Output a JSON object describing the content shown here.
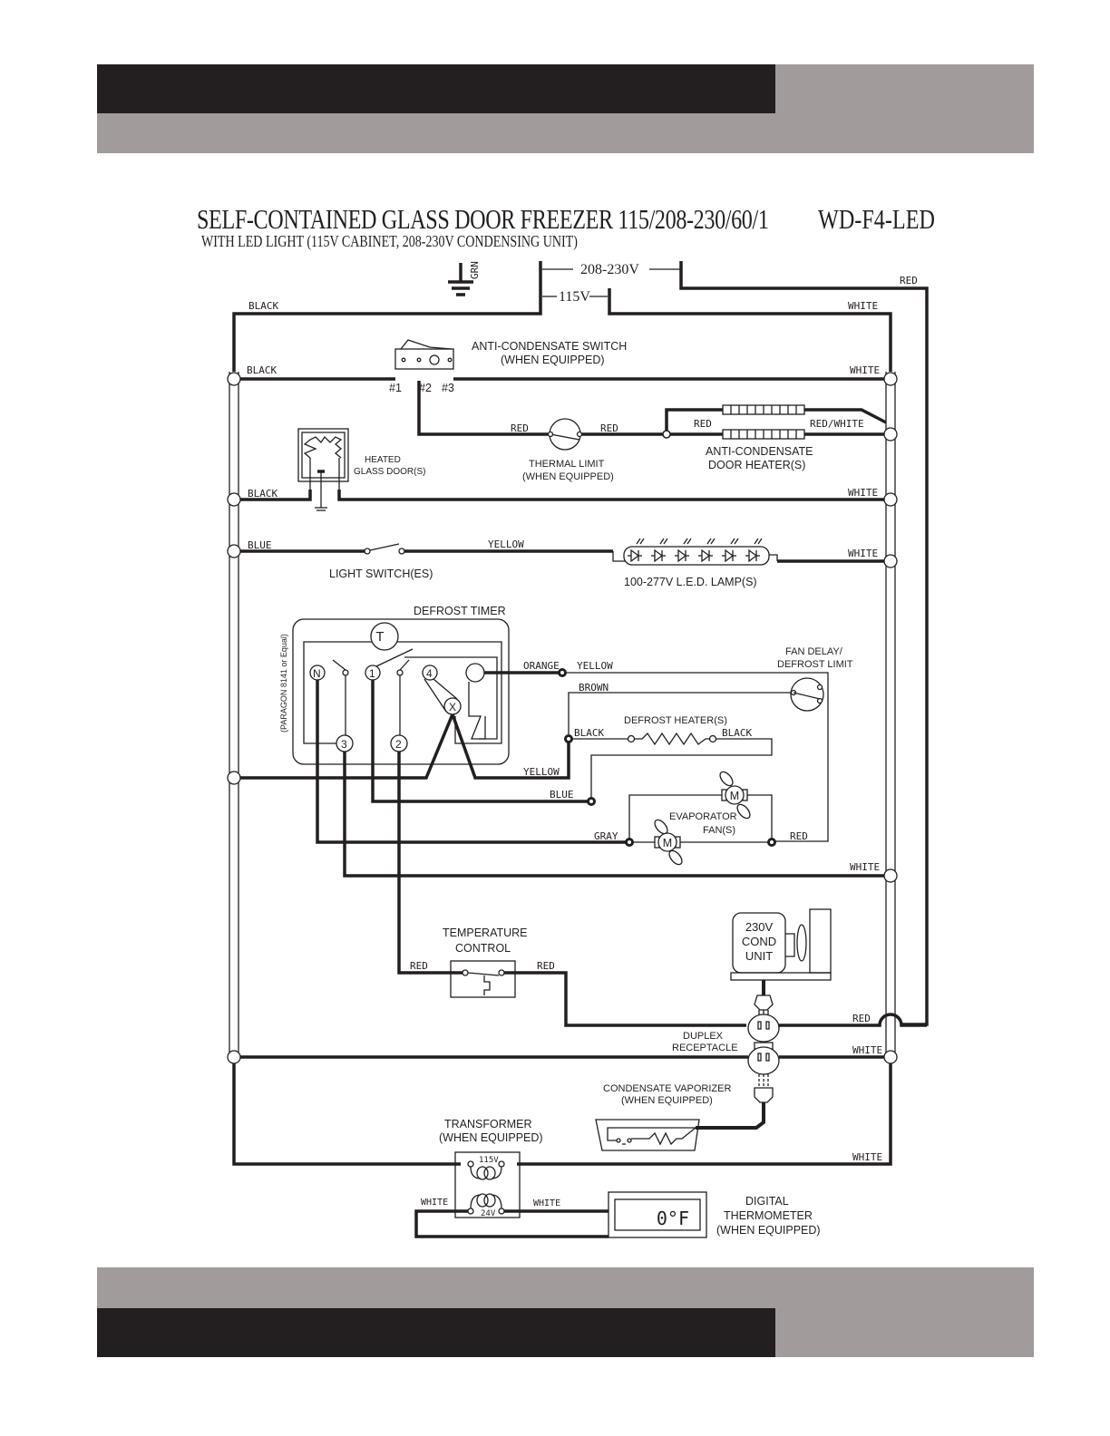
{
  "header": {
    "title": "SELF-CONTAINED GLASS DOOR FREEZER 115/208-230/60/1",
    "model": "WD-F4-LED",
    "subtitle": "WITH LED LIGHT  (115V CABINET, 208-230V CONDENSING UNIT)",
    "colors": {
      "dark_bar": "#231f20",
      "gray_bar": "#a19c9b"
    }
  },
  "supply": {
    "ground_label": "GRN",
    "voltage_high": "208-230V",
    "voltage_low": "115V"
  },
  "wire_labels": {
    "red_top": "RED",
    "black_top": "BLACK",
    "white_top": "WHITE",
    "black_switch": "BLACK",
    "white_switch": "WHITE",
    "red_thermal_in": "RED",
    "red_thermal_out": "RED",
    "red_heater": "RED",
    "red_white_heater": "RED/WHITE",
    "black_door": "BLACK",
    "white_door": "WHITE",
    "blue_light": "BLUE",
    "yellow_light": "YELLOW",
    "white_light": "WHITE",
    "orange_timer": "ORANGE",
    "yellow_fan_delay": "YELLOW",
    "brown_fan_delay": "BROWN",
    "black_defrost_left": "BLACK",
    "black_defrost_right": "BLACK",
    "yellow_timer": "YELLOW",
    "blue_timer": "BLUE",
    "gray_fan": "GRAY",
    "red_fan": "RED",
    "white_timer_return": "WHITE",
    "red_temp_in": "RED",
    "red_temp_out": "RED",
    "red_receptacle": "RED",
    "white_receptacle": "WHITE",
    "white_transformer": "WHITE",
    "white_thermo_left": "WHITE",
    "white_thermo_right": "WHITE"
  },
  "components": {
    "anti_condensate_switch": {
      "name": "ANTI-CONDENSATE SWITCH",
      "note": "(WHEN EQUIPPED)",
      "terminals": [
        "#1",
        "#2",
        "#3"
      ]
    },
    "thermal_limit": {
      "name": "THERMAL LIMIT",
      "note": "(WHEN EQUIPPED)"
    },
    "door_heater": {
      "line1": "ANTI-CONDENSATE",
      "line2": "DOOR HEATER(S)"
    },
    "heated_glass_door": {
      "line1": "HEATED",
      "line2": "GLASS DOOR(S)"
    },
    "light_switch": {
      "name": "LIGHT SWITCH(ES)"
    },
    "led_lamp": {
      "name": "100-277V L.E.D. LAMP(S)"
    },
    "defrost_timer": {
      "name": "DEFROST TIMER",
      "note": "(PARAGON 8141 or Equal)",
      "terminals": [
        "T",
        "N",
        "1",
        "4",
        "X",
        "3",
        "2"
      ]
    },
    "fan_delay": {
      "line1": "FAN DELAY/",
      "line2": "DEFROST LIMIT"
    },
    "defrost_heater": {
      "name": "DEFROST HEATER(S)"
    },
    "evaporator_fan": {
      "line1": "EVAPORATOR",
      "line2": "FAN(S)",
      "motor": "M"
    },
    "temperature_control": {
      "line1": "TEMPERATURE",
      "line2": "CONTROL"
    },
    "cond_unit": {
      "line1": "230V",
      "line2": "COND",
      "line3": "UNIT"
    },
    "duplex_receptacle": {
      "line1": "DUPLEX",
      "line2": "RECEPTACLE"
    },
    "condensate_vaporizer": {
      "name": "CONDENSATE VAPORIZER",
      "note": "(WHEN EQUIPPED)"
    },
    "transformer": {
      "name": "TRANSFORMER",
      "note": "(WHEN EQUIPPED)",
      "primary": "115V",
      "secondary": "24V"
    },
    "digital_thermometer": {
      "line1": "DIGITAL",
      "line2": "THERMOMETER",
      "line3": "(WHEN EQUIPPED)",
      "display": "0°F"
    }
  }
}
